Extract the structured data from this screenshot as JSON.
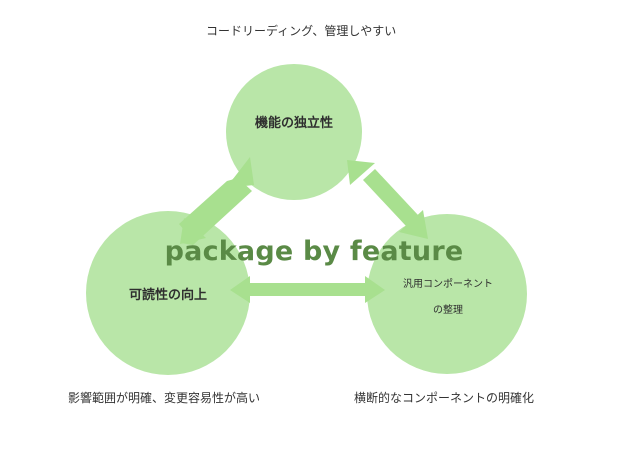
{
  "diagram": {
    "title": "package by feature",
    "colors": {
      "circle_fill": "#b9e6a8",
      "arrow_fill": "#a8e08f",
      "title_color": "#5a8a46",
      "text_color": "#2f2f2f"
    },
    "nodes": {
      "top": {
        "label": "機能の独立性"
      },
      "left": {
        "label": "可読性の向上"
      },
      "right": {
        "label_line1": "汎用コンポーネント",
        "label_line2": "の整理"
      }
    },
    "captions": {
      "top": "コードリーディング、管理しやすい",
      "left": "影響範囲が明確、変更容易性が高い",
      "right": "横断的なコンポーネントの明確化"
    }
  }
}
